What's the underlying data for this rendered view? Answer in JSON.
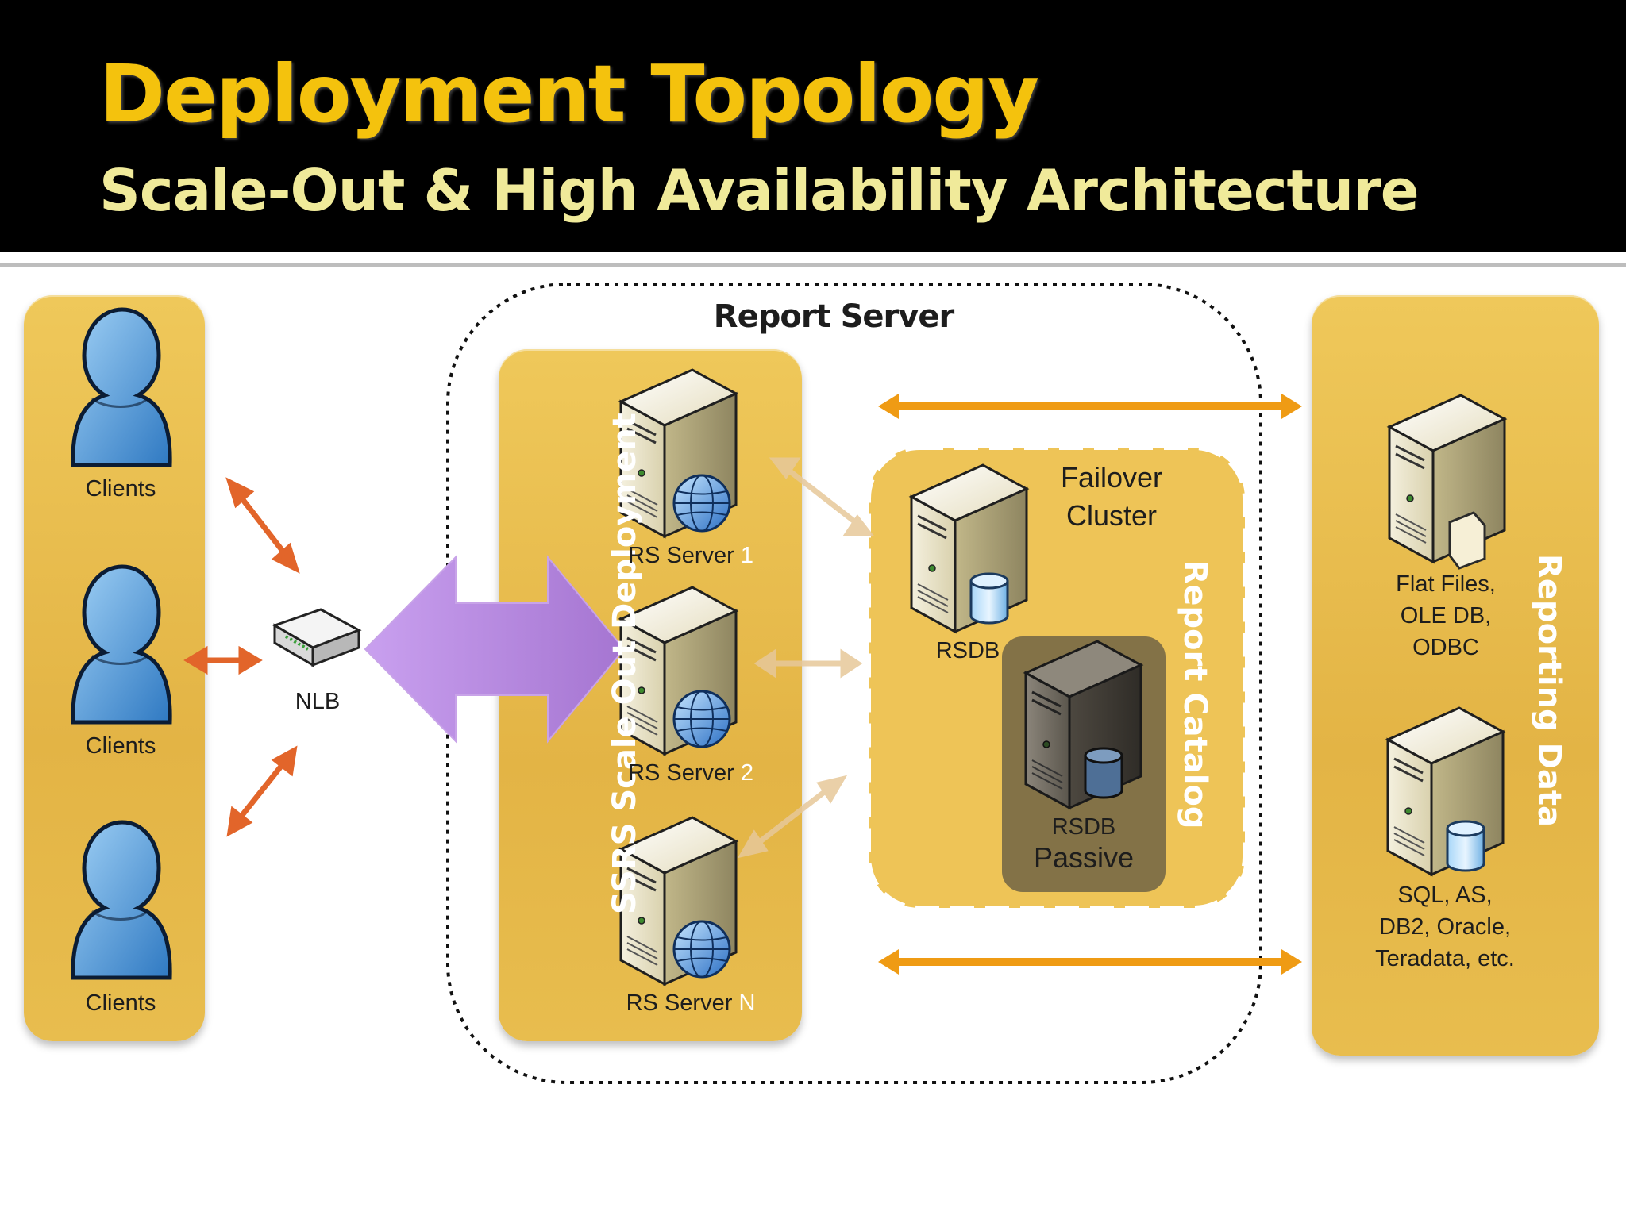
{
  "header": {
    "title": "Deployment Topology",
    "subtitle": "Scale-Out & High Availability Architecture"
  },
  "clients": [
    {
      "label": "Clients"
    },
    {
      "label": "Clients"
    },
    {
      "label": "Clients"
    }
  ],
  "nlb": {
    "label": "NLB"
  },
  "report_server": {
    "label": "Report Server"
  },
  "scale_out": {
    "label": "SSRS Scale Out Deployment",
    "servers": [
      {
        "name": "RS Server",
        "suffix": "1"
      },
      {
        "name": "RS Server",
        "suffix": "2"
      },
      {
        "name": "RS Server",
        "suffix": "N"
      }
    ]
  },
  "failover": {
    "label_line1": "Failover",
    "label_line2": "Cluster",
    "catalog_label": "Report Catalog",
    "active_db": "RSDB",
    "passive_db": "RSDB",
    "passive_label": "Passive"
  },
  "reporting_data": {
    "label": "Reporting Data",
    "sources": [
      {
        "line1": "Flat Files,",
        "line2": "OLE DB,",
        "line3": "ODBC"
      },
      {
        "line1": "SQL, AS,",
        "line2": "DB2, Oracle,",
        "line3": "Teradata, etc."
      }
    ]
  },
  "colors": {
    "header_bg": "#000000",
    "title": "#f4c20d",
    "subtitle": "#f0ea9a",
    "panel": "#e8bd4e",
    "client_arrow": "#e2652a",
    "nlb_arrow": "#b17fd6",
    "data_arrow": "#ef9b14"
  }
}
